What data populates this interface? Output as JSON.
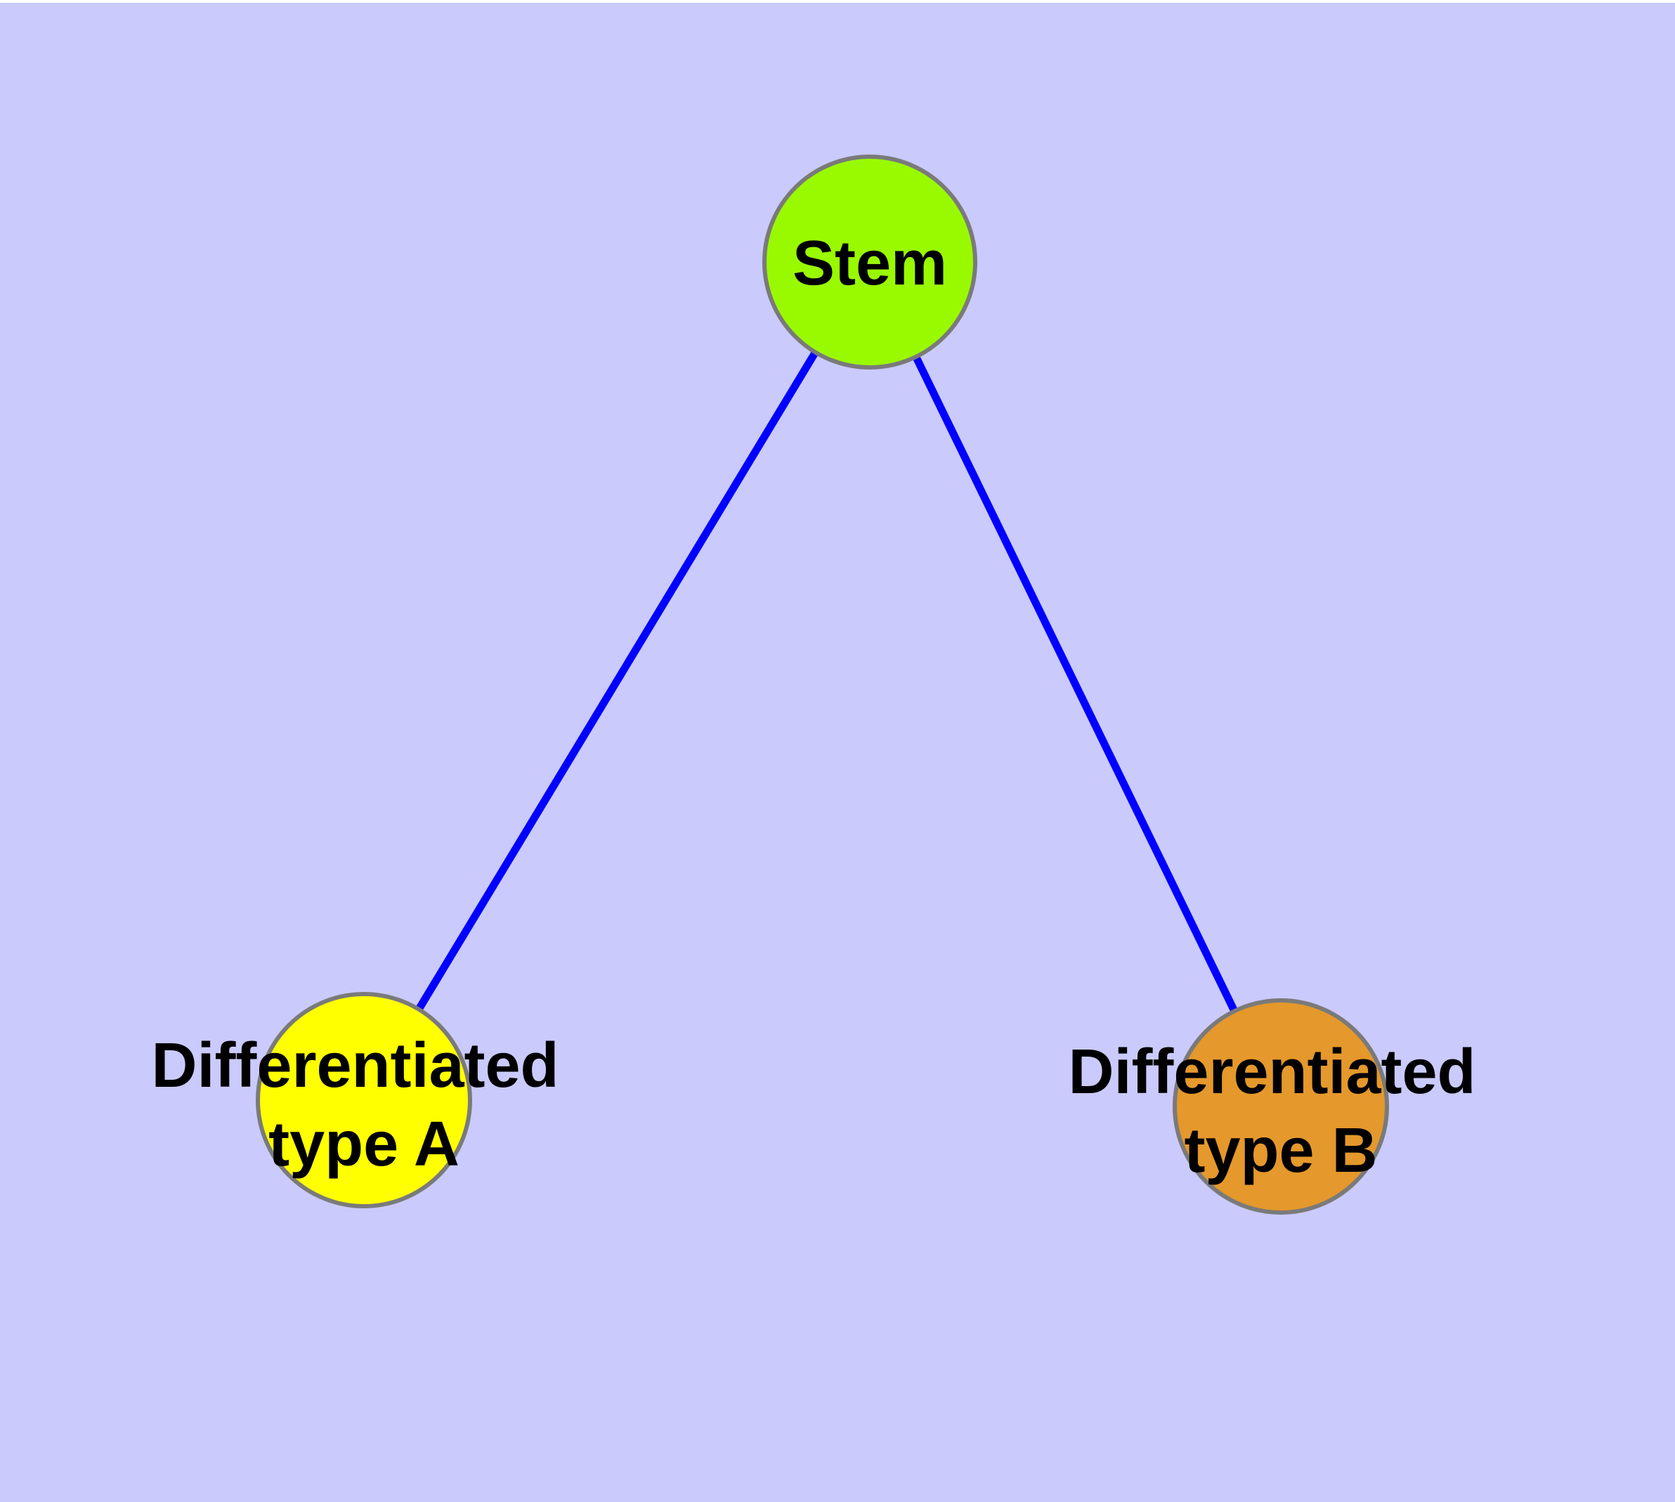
{
  "diagram": {
    "description": "Cell differentiation diagram: stem cell differentiates into two cell types",
    "background_color": "#CACAFC",
    "edge_color": "#0000FF",
    "node_border_color": "#7A7A7A",
    "label_color": "#000000",
    "nodes": [
      {
        "id": "stem",
        "label": "Stem",
        "label_lines": [
          "Stem"
        ],
        "color": "#99FA00"
      },
      {
        "id": "differentiated-type-a",
        "label": "Differentiated type A",
        "label_lines": [
          "Differentiated",
          "type A"
        ],
        "color": "#FFFF00"
      },
      {
        "id": "differentiated-type-b",
        "label": "Differentiated type B",
        "label_lines": [
          "Differentiated",
          "type B"
        ],
        "color": "#E5982B"
      }
    ],
    "edges": [
      {
        "from": "stem",
        "to": "differentiated-type-a"
      },
      {
        "from": "stem",
        "to": "differentiated-type-b"
      }
    ]
  }
}
